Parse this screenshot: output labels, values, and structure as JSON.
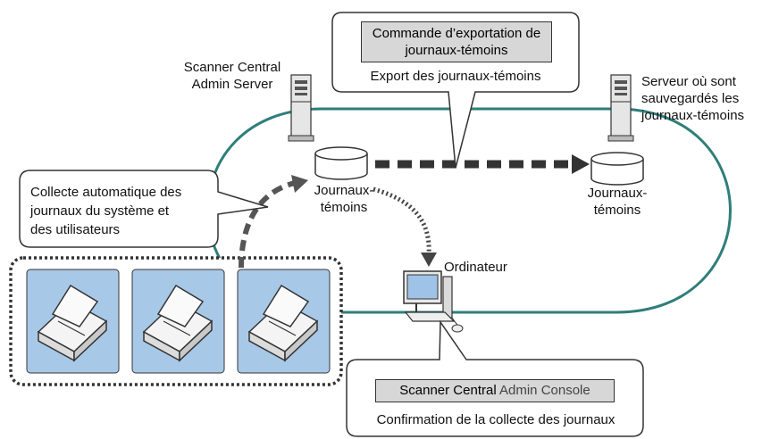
{
  "callouts": {
    "export_command_line1": "Commande d’exportation de",
    "export_command_line2": "journaux-témoins",
    "export_caption": "Export des journaux-témoins",
    "collect_line1": "Collecte automatique des",
    "collect_line2": "journaux du système et",
    "collect_line3": "des utilisateurs",
    "console_title_part1": "Scanner Central",
    "console_title_part2": " Admin Console",
    "console_caption": "Confirmation de la collecte des journaux"
  },
  "nodes": {
    "server_label_line1": "Scanner Central",
    "server_label_line2": "Admin Server",
    "save_server_line1": "Serveur où sont",
    "save_server_line2": "sauvegardés les",
    "save_server_line3": "journaux-témoins",
    "db1_line1": "Journaux-",
    "db1_line2": "témoins",
    "db2_line1": "Journaux-",
    "db2_line2": "témoins",
    "computer_label": "Ordinateur"
  },
  "colors": {
    "network_loop": "#2f7e7a",
    "scanner_tile": "#a8c8e8",
    "arrow": "#333333",
    "highlight_box": "#d7d7d7"
  }
}
